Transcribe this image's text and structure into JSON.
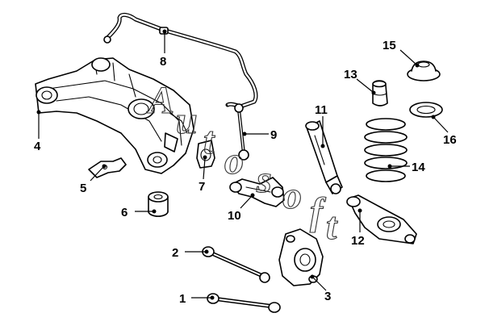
{
  "callouts": {
    "c1": "1",
    "c2": "2",
    "c3": "3",
    "c4": "4",
    "c5": "5",
    "c6": "6",
    "c7": "7",
    "c8": "8",
    "c9": "9",
    "c10": "10",
    "c11": "11",
    "c12": "12",
    "c13": "13",
    "c14": "14",
    "c15": "15",
    "c16": "16"
  },
  "watermark": {
    "letters": [
      "A",
      "u",
      "t",
      "o",
      "s",
      "o",
      "f",
      "t"
    ]
  }
}
